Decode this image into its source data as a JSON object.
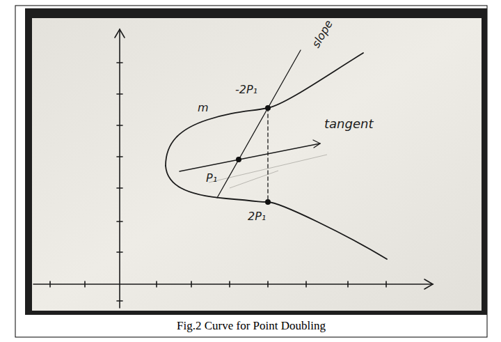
{
  "diagram": {
    "caption": "Fig.2 Curve for Point Doubling",
    "labels": [
      "slope",
      "-2P₁",
      "m",
      "tangent",
      "P₁",
      "2P₁"
    ]
  }
}
